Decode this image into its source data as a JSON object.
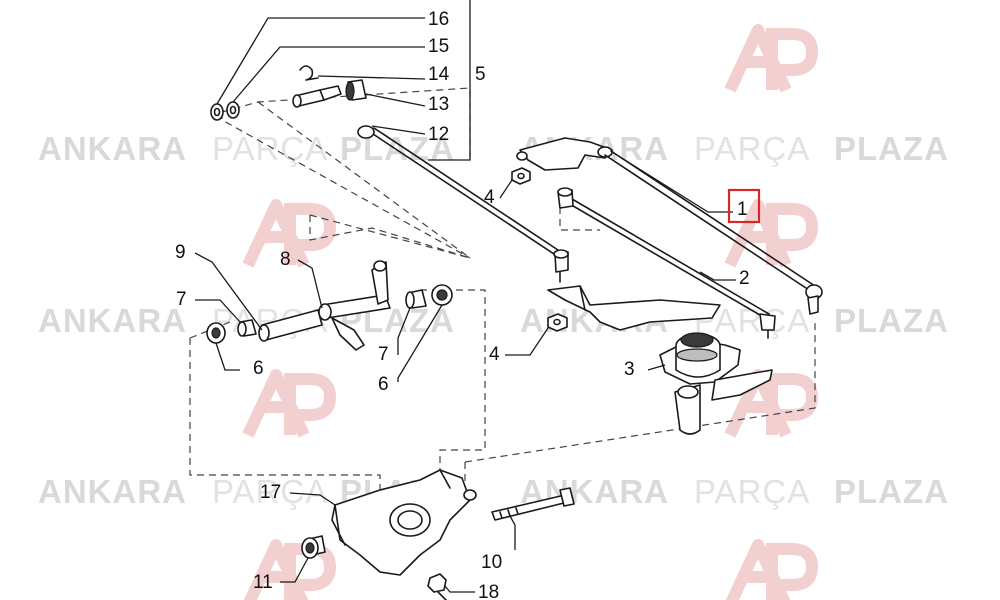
{
  "diagram": {
    "watermark": {
      "word_bold_1": "ANKARA",
      "word_light": "PARÇA",
      "word_bold_2": "PLAZA",
      "logo_color": "#f4c9c9",
      "text_color": "#d9d9d9"
    },
    "highlight_color": "#d62828",
    "callouts": {
      "c1": "1",
      "c2": "2",
      "c3": "3",
      "c4a": "4",
      "c4b": "4",
      "c5": "5",
      "c6a": "6",
      "c6b": "6",
      "c7a": "7",
      "c7b": "7",
      "c8": "8",
      "c9": "9",
      "c10": "10",
      "c11": "11",
      "c12": "12",
      "c13": "13",
      "c14": "14",
      "c15": "15",
      "c16": "16",
      "c17": "17",
      "c18": "18"
    }
  }
}
